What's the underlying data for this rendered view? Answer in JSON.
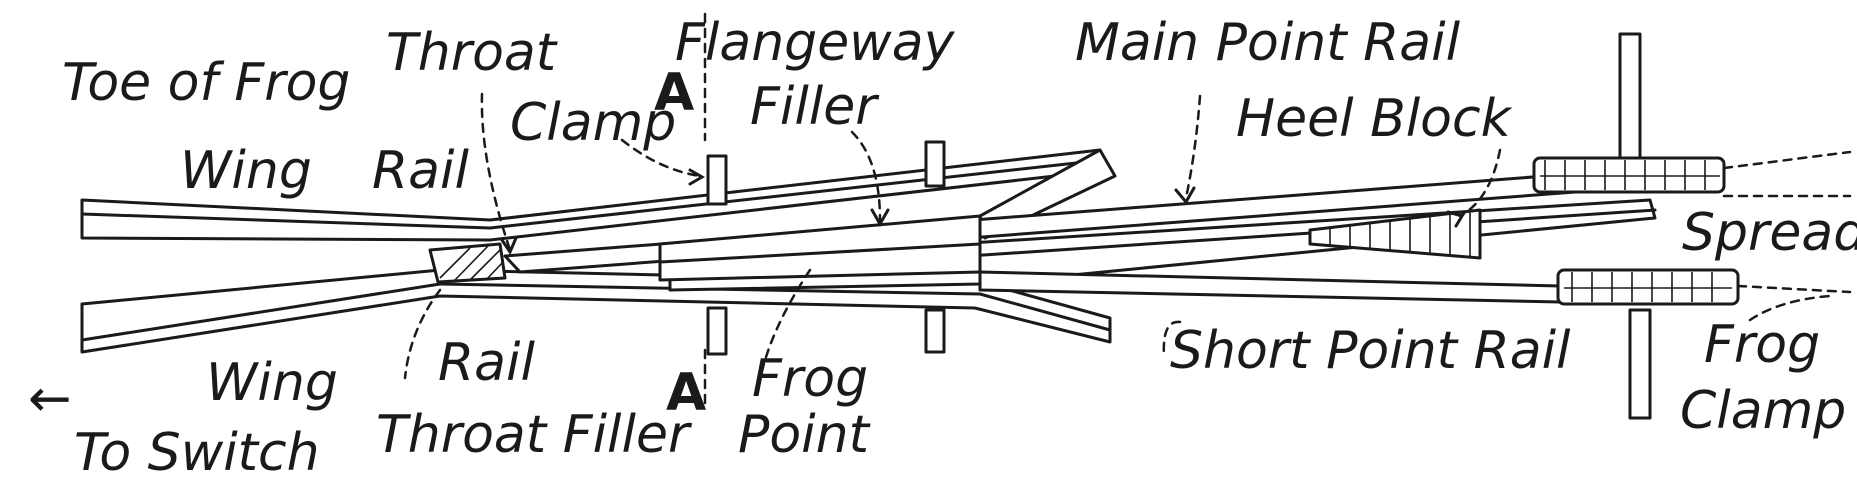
{
  "labels": {
    "toe_of_frog": "Toe of Frog",
    "throat": "Throat",
    "flangeway": "Flangeway",
    "filler": "Filler",
    "main_point_rail": "Main Point Rail",
    "heel_block": "Heel Block",
    "clamp": "Clamp",
    "marker_a_top": "A",
    "marker_a_bottom": "A",
    "wing_top": "Wing",
    "rail_top": "Rail",
    "spread": "Spread",
    "wing_bottom": "Wing",
    "rail_bottom": "Rail",
    "frog": "Frog",
    "point": "Point",
    "short_point_rail": "Short Point Rail",
    "frog_clamp_1": "Frog",
    "frog_clamp_2": "Clamp",
    "to_switch": "To Switch",
    "throat_filler": "Throat Filler",
    "arrow_left": "←"
  },
  "colors": {
    "ink": "#1a1a1a",
    "paper": "#ffffff"
  }
}
